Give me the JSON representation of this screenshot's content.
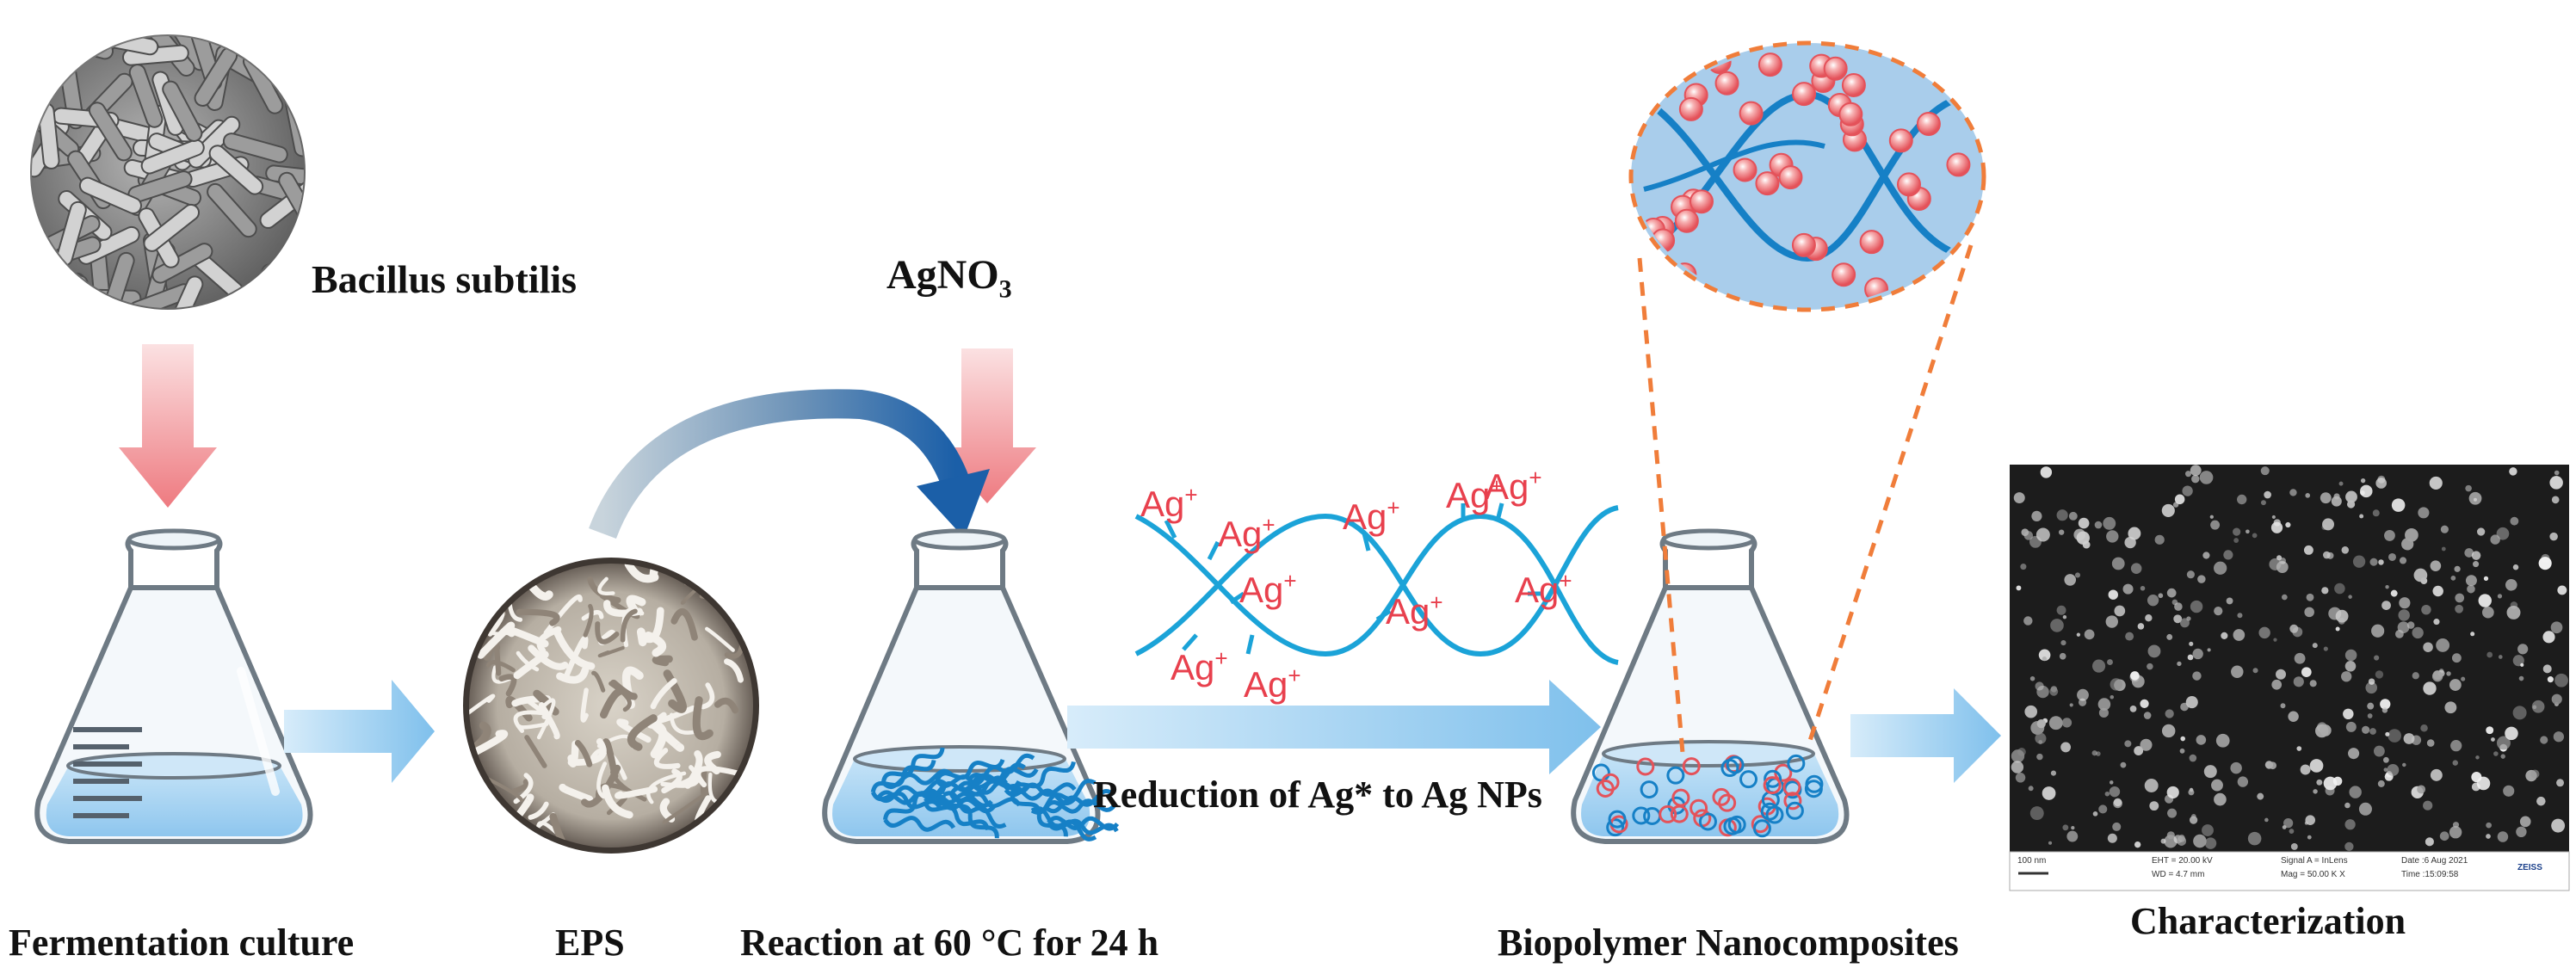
{
  "labels": {
    "bacillus": "Bacillus subtilis",
    "agno3_main": "AgNO",
    "agno3_sub": "3",
    "fermentation": "Fermentation culture",
    "eps": "EPS",
    "reaction": "Reaction at 60 °C for 24 h",
    "reduction": "Reduction of Ag* to Ag NPs",
    "biopolymer": "Biopolymer Nanocomposites",
    "characterization": "Characterization"
  },
  "ag_ions": {
    "ion": "Ag",
    "charge": "+",
    "count": 10
  },
  "sem_footer": {
    "scale": "100 nm",
    "eht": "EHT = 20.00 kV",
    "wd": "WD = 4.7 mm",
    "signal": "Signal A = InLens",
    "mag": "Mag = 50.00 K X",
    "date": "Date :6 Aug 2021",
    "time": "Time :15:09:58",
    "brand": "ZEISS"
  },
  "colors": {
    "flow_arrow": "#8ec9ef",
    "down_arrow": "#f0888c",
    "curved_arrow": "#1b66b0",
    "polymer": "#1ba3d8",
    "ion_text": "#e8404d",
    "liquid": "#a9d3f2",
    "nanoparticle": "#f0787c"
  }
}
